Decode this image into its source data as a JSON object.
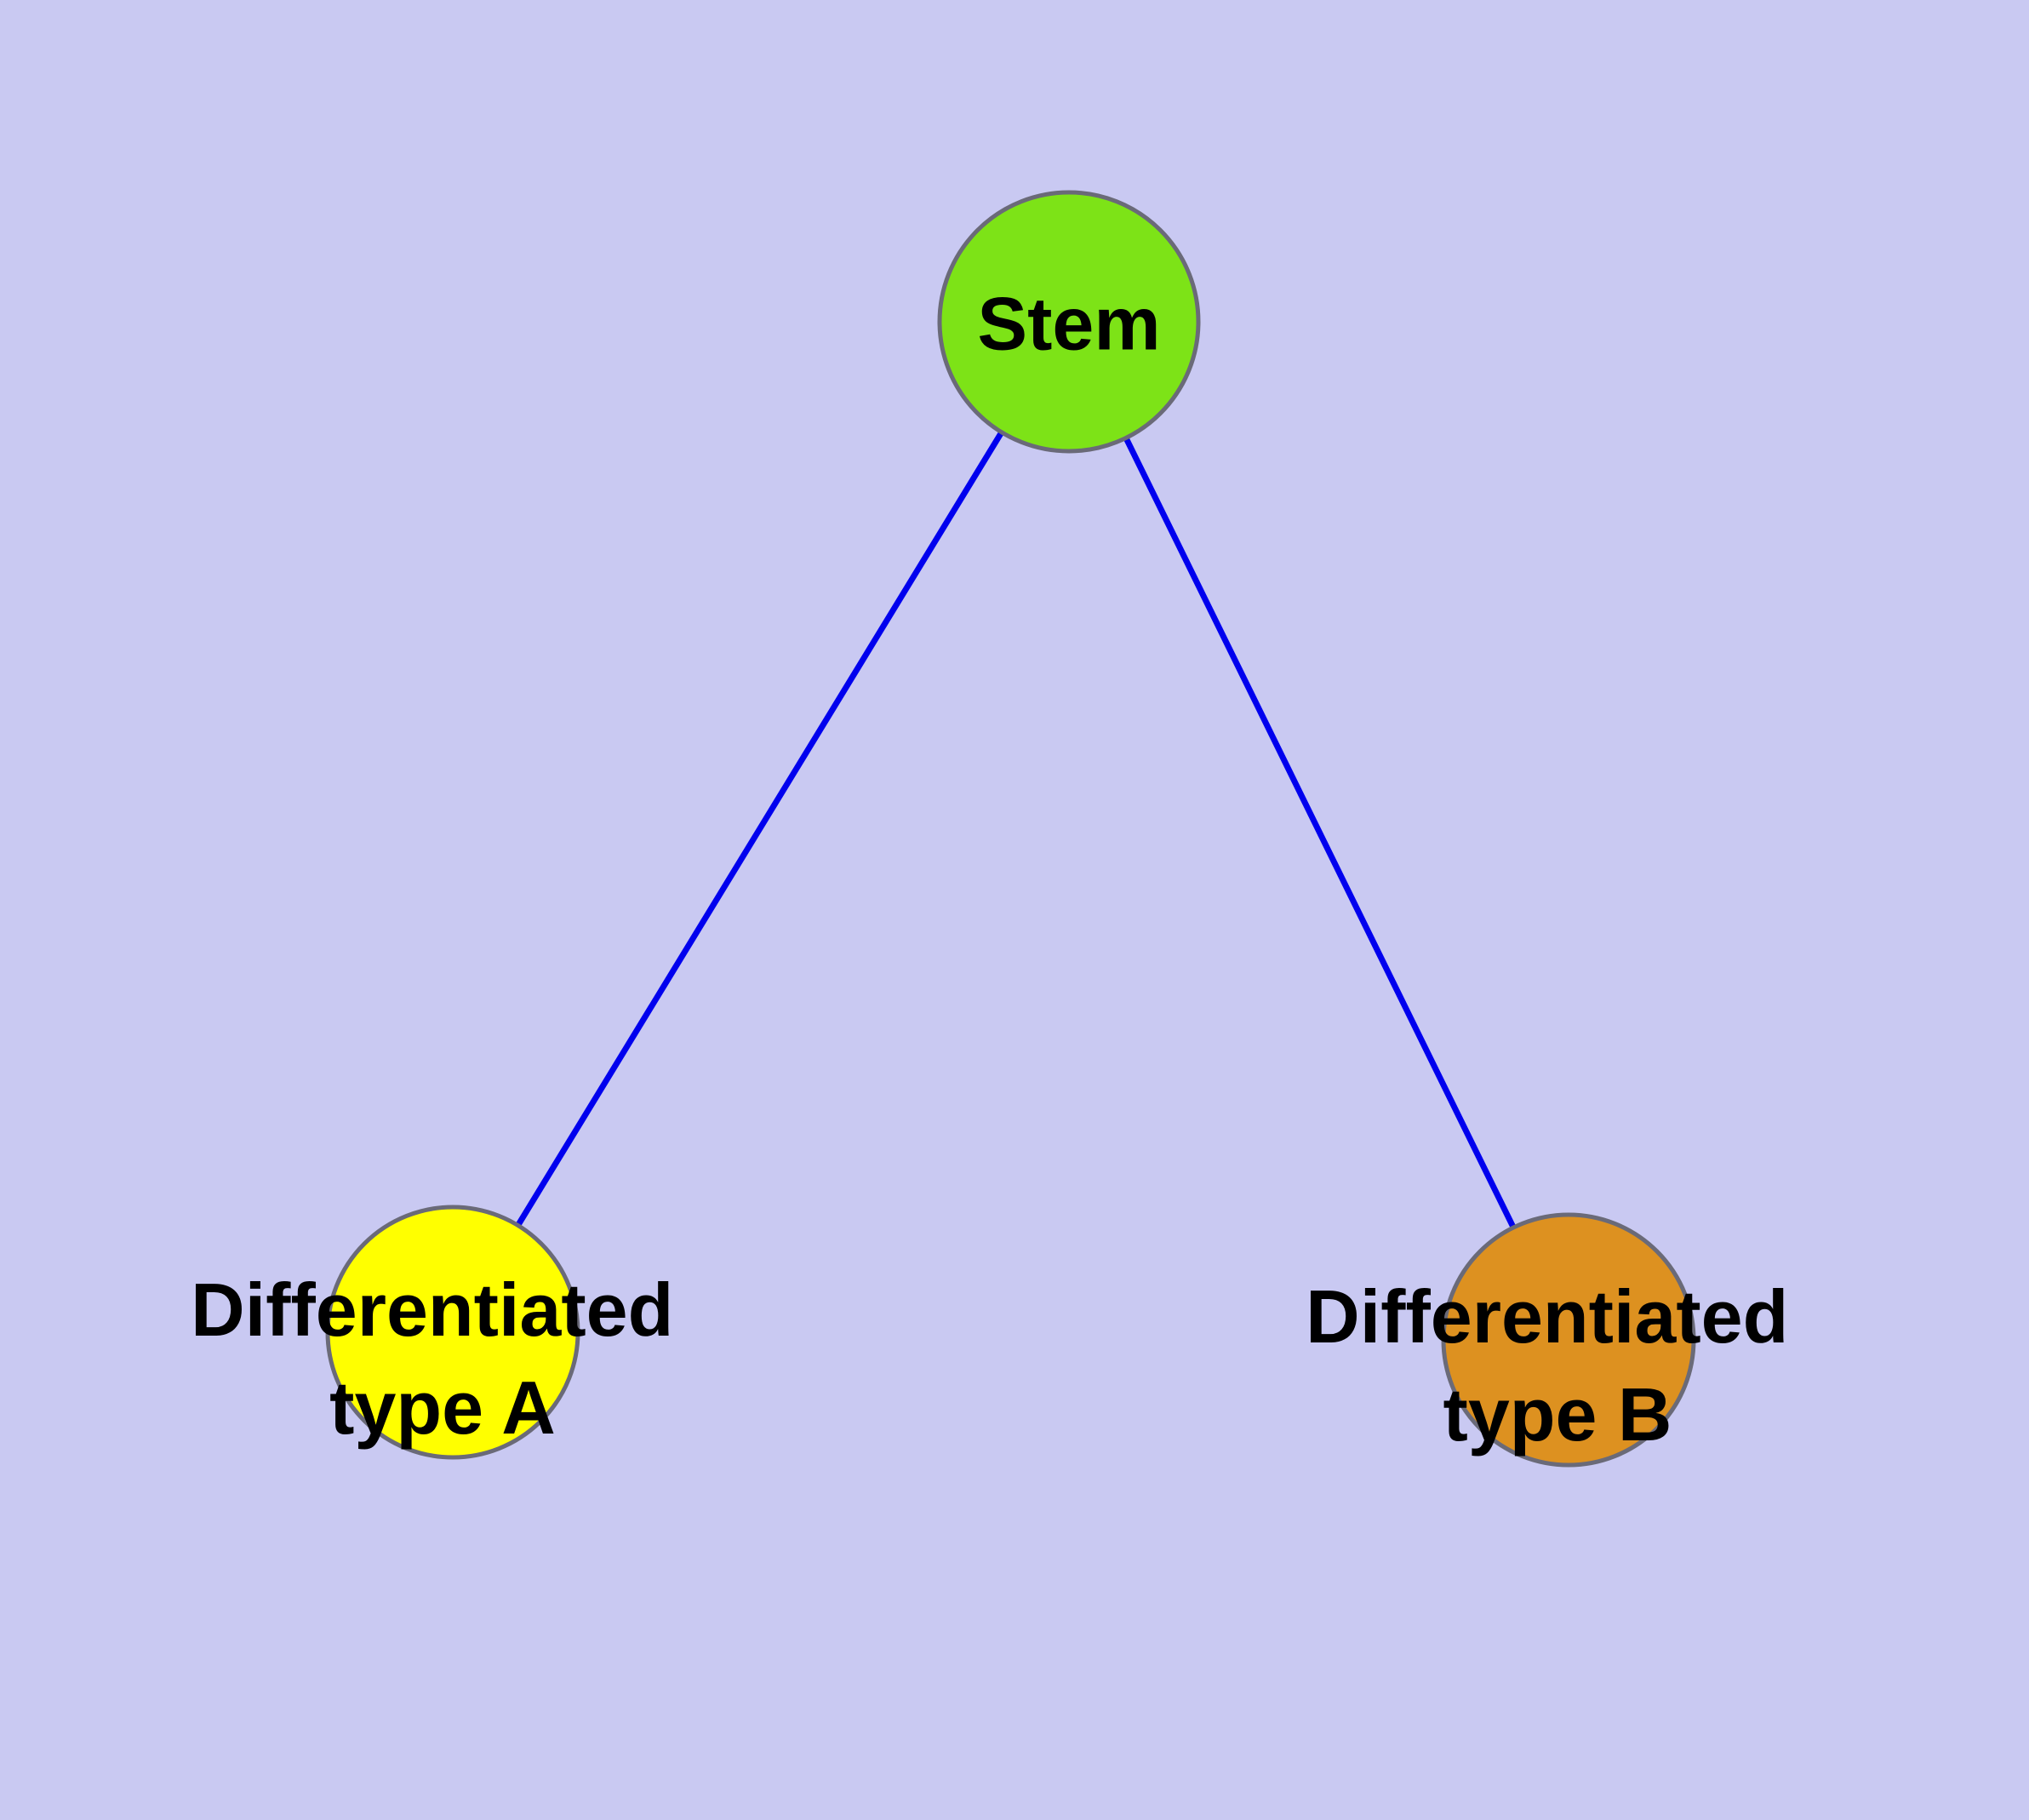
{
  "diagram": {
    "background_color": "#c9c9f2",
    "edge_color": "#0000ee",
    "node_border_color": "#6a6a78",
    "label_color": "#000000",
    "nodes": {
      "stem": {
        "label": "Stem",
        "fill": "#7de317"
      },
      "type_a": {
        "label_line1": "Differentiated",
        "label_line2": "type A",
        "fill": "#ffff00"
      },
      "type_b": {
        "label_line1": "Differentiated",
        "label_line2": "type B",
        "fill": "#dd9120"
      }
    },
    "edges": [
      {
        "from": "Stem",
        "to": "Differentiated type A"
      },
      {
        "from": "Stem",
        "to": "Differentiated type B"
      }
    ]
  }
}
